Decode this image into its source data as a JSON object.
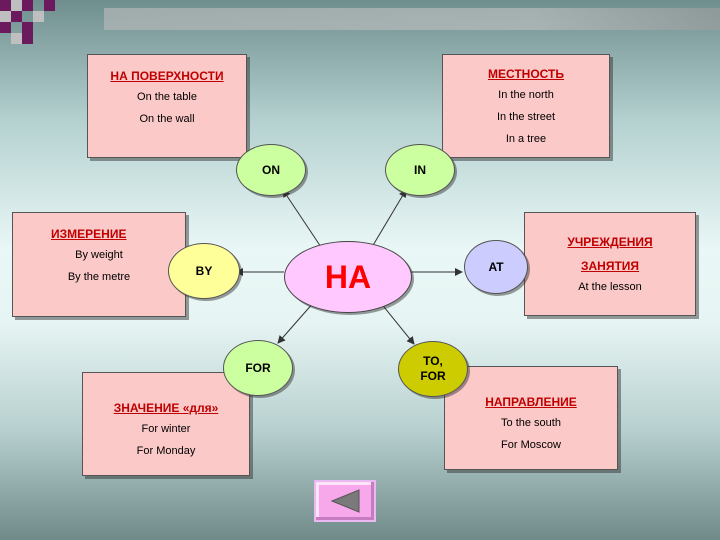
{
  "center": {
    "label": "НА"
  },
  "prepositions": {
    "on": "ON",
    "in": "IN",
    "by": "BY",
    "at": "AT",
    "for": "FOR",
    "to_for_1": "TO,",
    "to_for_2": "FOR"
  },
  "boxes": {
    "surface": {
      "title": "НА ПОВЕРХНОСТИ",
      "lines": [
        "On the table",
        "On the wall"
      ]
    },
    "place": {
      "title": "МЕСТНОСТЬ",
      "lines": [
        "In the north",
        "In the street",
        "In a tree"
      ]
    },
    "measure": {
      "title": "ИЗМЕРЕНИЕ",
      "lines": [
        "By weight",
        "By the metre"
      ]
    },
    "institution": {
      "title_1": "УЧРЕЖДЕНИЯ",
      "title_2": "ЗАНЯТИЯ",
      "lines": [
        "At the lesson"
      ]
    },
    "meaning": {
      "title": "ЗНАЧЕНИЕ «для»",
      "lines": [
        "For winter",
        "For Monday"
      ]
    },
    "direction": {
      "title": "НАПРАВЛЕНИЕ",
      "lines": [
        "To the south",
        "For Moscow"
      ]
    }
  },
  "colors": {
    "box_fill": "#fbc9c8",
    "title_red": "#c00000",
    "center_fill": "#ffc8ff",
    "ellipse_green": "#ccffa0",
    "ellipse_lavender": "#ccccff",
    "ellipse_yellow": "#ffff99",
    "ellipse_olive": "#cccc00",
    "square_purple": "#6b1a5e"
  },
  "navigation": {
    "back_icon": "left-triangle-icon"
  }
}
